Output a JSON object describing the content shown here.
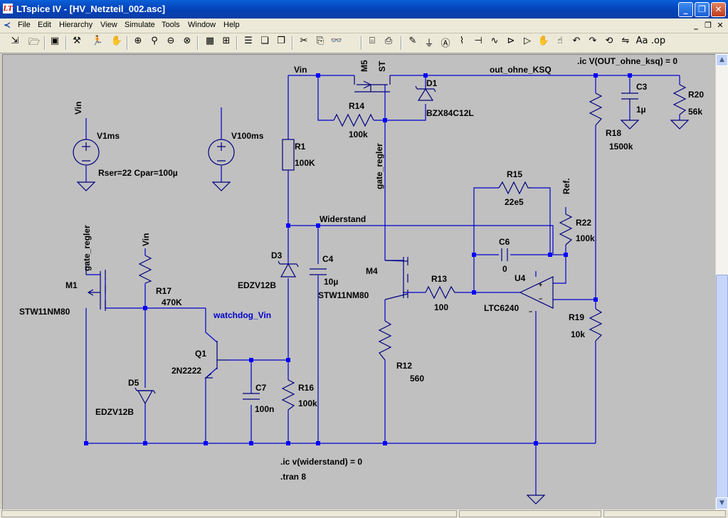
{
  "window": {
    "title": "LTspice IV - [HV_Netzteil_002.asc]",
    "app_icon": "LT"
  },
  "menu": [
    "File",
    "Edit",
    "Hierarchy",
    "View",
    "Simulate",
    "Tools",
    "Window",
    "Help"
  ],
  "toolbar_icons": [
    "open-schematic-icon",
    "open-file-icon",
    "save-icon",
    "control-panel-icon",
    "run-icon",
    "zoom-in-icon",
    "zoom-pan-icon",
    "zoom-out-icon",
    "zoom-cancel-icon",
    "waveform-icon",
    "autorange-icon",
    "tile-horizontal-icon",
    "cascade-icon",
    "close-all-icon",
    "cut-icon",
    "copy-icon",
    "find-icon",
    "print-preview-icon",
    "print-icon",
    "draw-wire-icon",
    "ground-icon",
    "label-net-icon",
    "resistor-icon",
    "capacitor-icon",
    "inductor-icon",
    "diode-icon",
    "component-icon",
    "move-icon",
    "drag-icon",
    "undo-icon",
    "redo-icon",
    "rotate-icon",
    "mirror-icon",
    "text-icon",
    "spice-directive-icon"
  ],
  "schematic": {
    "labels": {
      "vin_v1": "Vin",
      "v1_name": "V1ms",
      "v1_value": "Rser=22 Cpar=100µ",
      "v100_name": "V100ms",
      "vin_top": "Vin",
      "m5_name": "M5",
      "m5_value": "ST",
      "d1_name": "D1",
      "d1_value": "BZX84C12L",
      "net_out": "out_ohne_KSQ",
      "ic_out": ".ic V(OUT_ohne_ksq) = 0",
      "c3_name": "C3",
      "c3_value": "1µ",
      "r20_name": "R20",
      "r20_value": "56k",
      "r14_name": "R14",
      "r14_value": "100k",
      "r18_name": "R18",
      "r18_value": "1500k",
      "r1_name": "R1",
      "r1_value": "100K",
      "gate_regler_m4": "gate_regler",
      "r15_name": "R15",
      "r15_value": "22e5",
      "ref": "Ref.",
      "r22_name": "R22",
      "r22_value": "100k",
      "widerstand": "Widerstand",
      "gate_regler_m1": "gate_regler",
      "vin_r17": "Vin",
      "m1_name": "M1",
      "m1_value": "STW11NM80",
      "r17_name": "R17",
      "r17_value": "470K",
      "d3_name": "D3",
      "d3_value": "EDZV12B",
      "c4_name": "C4",
      "c4_value": "10µ",
      "c6_name": "C6",
      "c6_value": "0",
      "m4_name": "M4",
      "m4_value": "STW11NM80",
      "r13_name": "R13",
      "r13_value": "100",
      "u4_name": "U4",
      "u4_value": "LTC6240",
      "watchdog": "watchdog_Vin",
      "r19_name": "R19",
      "r19_value": "10k",
      "q1_name": "Q1",
      "q1_value": "2N2222",
      "d5_name": "D5",
      "d5_value": "EDZV12B",
      "c7_name": "C7",
      "c7_value": "100n",
      "r16_name": "R16",
      "r16_value": "100k",
      "r12_name": "R12",
      "r12_value": "560",
      "ic_wid": ".ic v(widerstand) = 0",
      "tran": ".tran 8",
      "plus": "+",
      "minus": "−",
      "minus_short": "−"
    }
  },
  "colors": {
    "wire": "#0000cc",
    "component": "#000080",
    "background": "#c0c0c0",
    "junction": "#0000ff"
  }
}
